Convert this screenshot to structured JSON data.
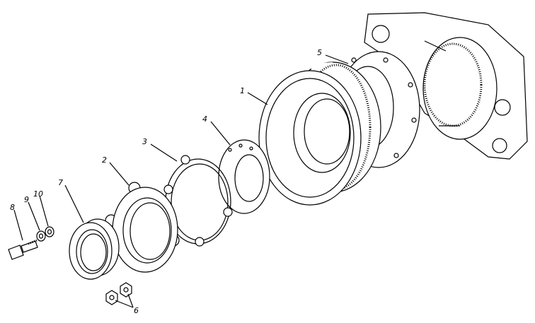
{
  "title": "Exploded view of drum assembly",
  "labels": [
    {
      "id": "1",
      "part": "drum"
    },
    {
      "id": "2",
      "part": "flange"
    },
    {
      "id": "3",
      "part": "ring"
    },
    {
      "id": "4",
      "part": "plate"
    },
    {
      "id": "5",
      "part": "gasket"
    },
    {
      "id": "6",
      "part": "nuts"
    },
    {
      "id": "7",
      "part": "seal"
    },
    {
      "id": "8",
      "part": "bolt"
    },
    {
      "id": "9",
      "part": "washer"
    },
    {
      "id": "10",
      "part": "spring-washer"
    }
  ]
}
